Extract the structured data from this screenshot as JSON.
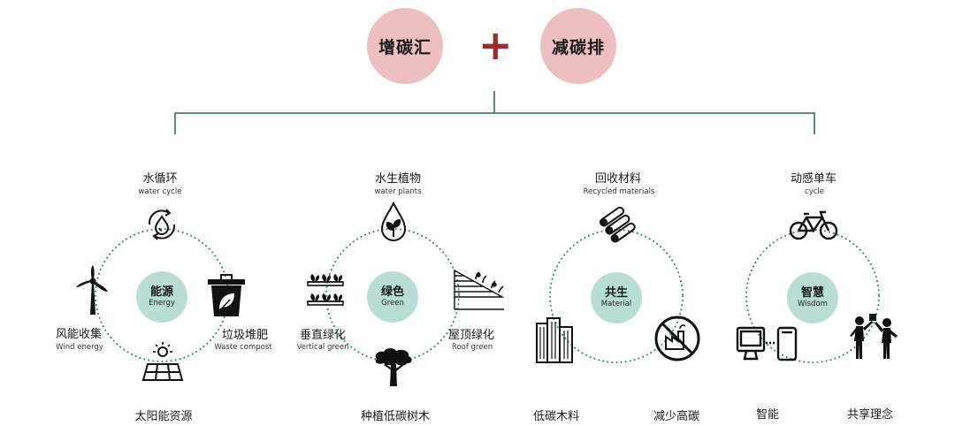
{
  "top": {
    "left_label": "增碳汇",
    "right_label": "减碳排",
    "operator": "+"
  },
  "colors": {
    "pink": "#eebfbf",
    "plus": "#9a2e2e",
    "tree_line": "#5f8a7b",
    "hub": "#b8ddd5",
    "dots": "#2e8a4e"
  },
  "groups": [
    {
      "hub_cn": "能源",
      "hub_en": "Energy",
      "items": [
        {
          "cn": "水循环",
          "en": "water cycle",
          "icon": "water-cycle-icon"
        },
        {
          "cn": "垃圾堆肥",
          "en": "Waste compost",
          "icon": "compost-bin-icon"
        },
        {
          "cn": "太阳能资源",
          "en": "",
          "icon": "solar-panel-icon"
        },
        {
          "cn": "风能收集",
          "en": "Wind energy",
          "icon": "wind-turbine-icon"
        }
      ]
    },
    {
      "hub_cn": "绿色",
      "hub_en": "Green",
      "items": [
        {
          "cn": "水生植物",
          "en": "water plants",
          "icon": "water-drop-plant-icon"
        },
        {
          "cn": "屋顶绿化",
          "en": "Roof green",
          "icon": "roof-garden-icon"
        },
        {
          "cn": "种植低碳树木",
          "en": "",
          "icon": "tree-icon"
        },
        {
          "cn": "垂直绿化",
          "en": "Vertical green",
          "icon": "vertical-planter-icon"
        }
      ]
    },
    {
      "hub_cn": "共生",
      "hub_en": "Material",
      "items": [
        {
          "cn": "回收材料",
          "en": "Recycled materials",
          "icon": "recycled-logs-icon"
        },
        {
          "cn": "减少高碳",
          "en": "",
          "icon": "no-factory-icon"
        },
        {
          "cn": "低碳木料",
          "en": "",
          "icon": "timber-planks-icon"
        }
      ]
    },
    {
      "hub_cn": "智慧",
      "hub_en": "Wisdom",
      "items": [
        {
          "cn": "动感单车",
          "en": "cycle",
          "icon": "bicycle-icon"
        },
        {
          "cn": "共享理念",
          "en": "",
          "icon": "people-sharing-icon"
        },
        {
          "cn": "智能",
          "en": "",
          "icon": "smart-devices-icon"
        }
      ]
    }
  ]
}
